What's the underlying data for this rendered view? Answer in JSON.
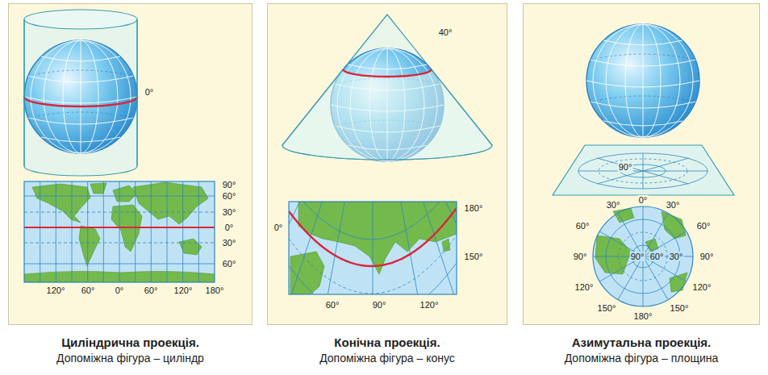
{
  "diagram": {
    "nodes": [
      {
        "text": [
          "Циліндрична проекція.",
          "Допоміжна фігура – циліндр"
        ]
      },
      {
        "text": [
          "Конічна проекція.",
          "Допоміжна фігура – конус"
        ]
      },
      {
        "text": [
          "Азимутальна проекція.",
          "Допоміжна фігура – площина"
        ]
      }
    ],
    "labels": [
      "0°",
      "90°",
      "60°",
      "30°",
      "0°",
      "30°",
      "60°",
      "120°",
      "60°",
      "0°",
      "60°",
      "120°",
      "180°",
      "40°",
      "0°",
      "180°",
      "150°",
      "60°",
      "90°",
      "120°",
      "90°",
      "0°",
      "30°",
      "30°",
      "60°",
      "60°",
      "90°",
      "90°",
      "60°",
      "30°",
      "90°",
      "120°",
      "120°",
      "150°",
      "180°",
      "150°"
    ]
  }
}
